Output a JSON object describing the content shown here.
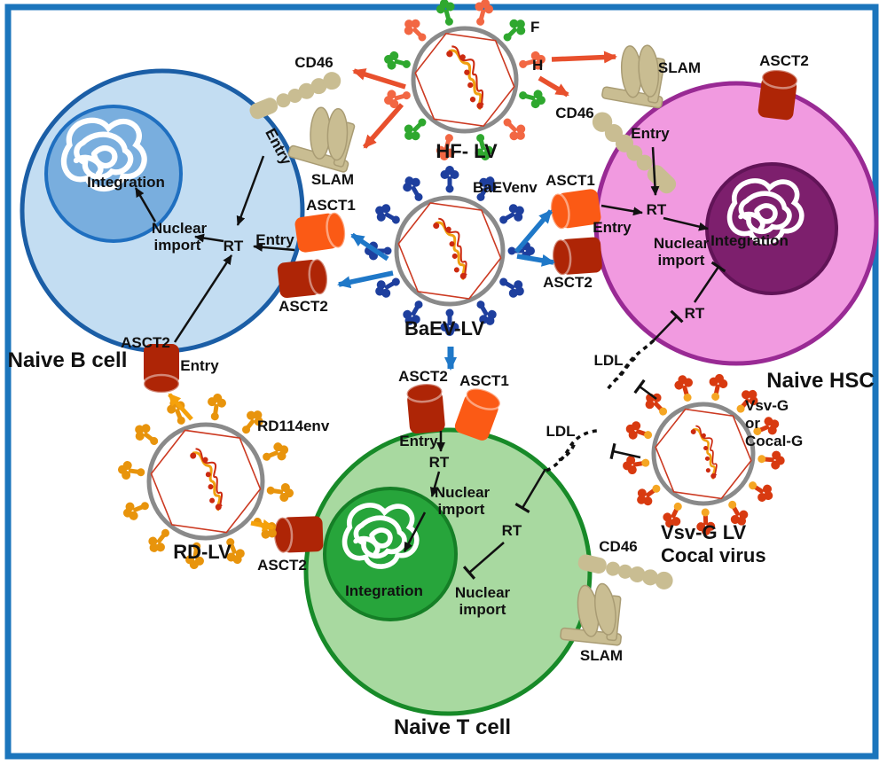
{
  "labels": {
    "cd46": "CD46",
    "slam": "SLAM",
    "asct1": "ASCT1",
    "asct2": "ASCT2",
    "entry": "Entry",
    "rt": "RT",
    "nuclear": "Nuclear",
    "import": "import",
    "integration": "Integration",
    "ldl": "LDL"
  },
  "cells": {
    "b_cell": "Naive B cell",
    "hsc": "Naive HSC",
    "t_cell": "Naive T cell"
  },
  "viruses": {
    "hf_lv": {
      "name": "HF- LV",
      "f_label": "F",
      "h_label": "H"
    },
    "baev_lv": {
      "name": "BaEV-LV",
      "env": "BaEVenv"
    },
    "rd_lv": {
      "name": "RD-LV",
      "env": "RD114env"
    },
    "vsvg": {
      "name_line1": "Vsv-G LV",
      "name_line2": "Cocal virus",
      "env_line1": "Vsv-G",
      "env_line2": "or",
      "env_line3": "Cocal-G"
    }
  },
  "colors": {
    "frame": "#1b75bc",
    "b_cell_fill": "#c3ddf2",
    "b_cell_border": "#1b5ea6",
    "b_nucleus": "#79aede",
    "hsc_fill": "#f19ae0",
    "hsc_border": "#992a94",
    "hsc_nucleus": "#7d1f6d",
    "t_cell_fill": "#a8d9a0",
    "t_cell_border": "#178a28",
    "t_nucleus": "#27a53b",
    "asct1_receptor": "#fb5a15",
    "asct2_receptor": "#ae2506",
    "receptor_tan": "#c9bd92",
    "hf_spike_green": "#2fa82f",
    "hf_spike_orange": "#f26743",
    "baev_spike": "#1e3f9e",
    "rd_spike": "#e8940c",
    "vsv_spike": "#d83a10",
    "arrow_red": "#e8502d",
    "arrow_blue": "#1f78c8",
    "arrow_orange": "#f5a10a"
  }
}
